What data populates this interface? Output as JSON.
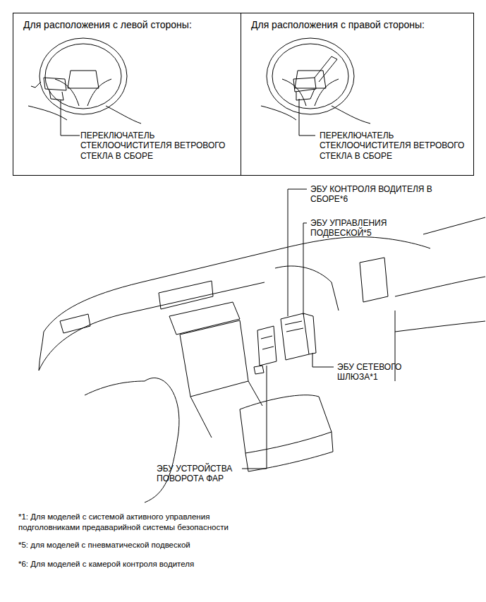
{
  "diagram": {
    "nodes": [
      {
        "text": [
          "Для расположения с левой стороны:",
          "ПЕРЕКЛЮЧАТЕЛЬ СТЕКЛООЧИСТИТЕЛЯ ВЕТРОВОГО СТЕКЛА В СБОРЕ"
        ]
      },
      {
        "text": [
          "Для расположения с правой стороны:",
          "ПЕРЕКЛЮЧАТЕЛЬ СТЕКЛООЧИСТИТЕЛЯ ВЕТРОВОГО СТЕКЛА В СБОРЕ"
        ]
      }
    ],
    "labels": [
      "ЭБУ КОНТРОЛЯ ВОДИТЕЛЯ В СБОРЕ*6",
      "ЭБУ УПРАВЛЕНИЯ ПОДВЕСКОЙ*5",
      "ЭБУ СЕТЕВОГО ШЛЮЗА*1",
      "ЭБУ УСТРОЙСТВА ПОВОРОТА ФАР",
      "*1: Для моделей с системой активного управления подголовниками предаварийной системы безопасности",
      "*5: для моделей с пневматической подвеской",
      "*6: Для моделей с камерой контроля водителя"
    ]
  }
}
